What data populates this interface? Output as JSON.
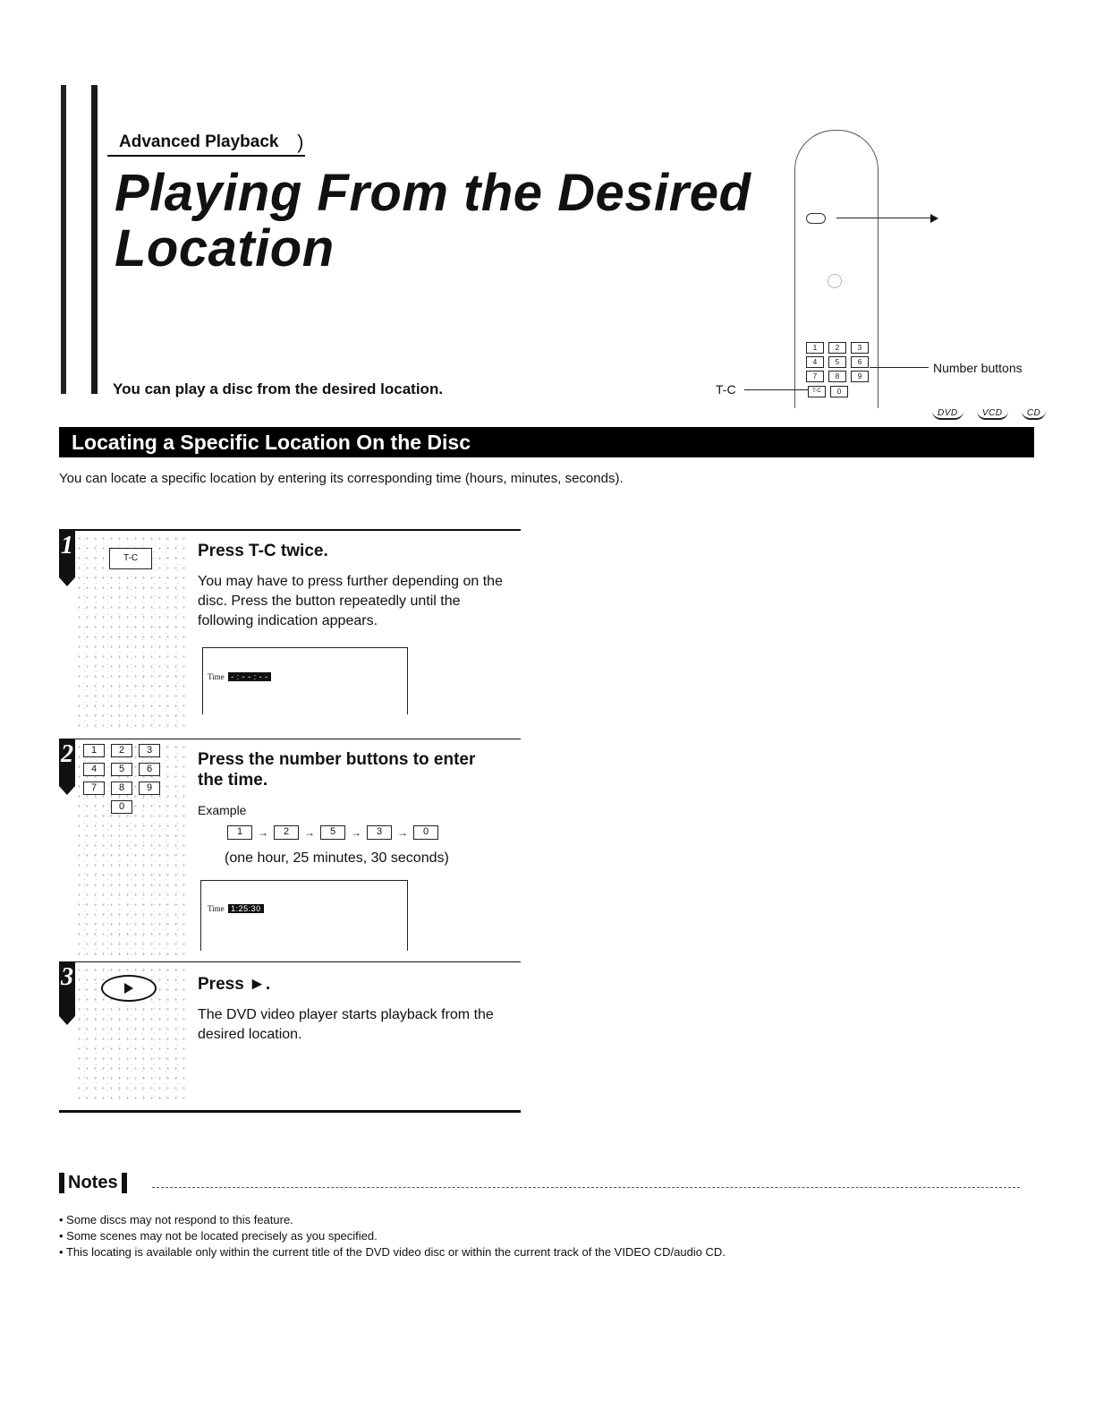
{
  "header": {
    "section_label": "Advanced Playback",
    "section_paren": ")",
    "title_line1": "Playing From the Desired",
    "title_line2": "Location",
    "intro": "You can play a disc from the desired location."
  },
  "remote": {
    "keys": [
      "1",
      "2",
      "3",
      "4",
      "5",
      "6",
      "7",
      "8",
      "9"
    ],
    "tc_key": "T-C",
    "zero_key": "0",
    "callout_tc": "T-C",
    "callout_numbers": "Number buttons"
  },
  "badges": [
    "DVD",
    "VCD",
    "CD"
  ],
  "section": {
    "heading": "Locating a Specific Location On the Disc",
    "lead": "You can locate a specific location by entering its corresponding time (hours, minutes, seconds)."
  },
  "steps": [
    {
      "number": "1",
      "icon_label": "T-C",
      "title": "Press T-C twice.",
      "body": "You may have to press further depending on the disc. Press the button repeatedly until the following indication appears.",
      "osd_label": "Time",
      "osd_value": "- : - - : - -"
    },
    {
      "number": "2",
      "keys": [
        "1",
        "2",
        "3",
        "4",
        "5",
        "6",
        "7",
        "8",
        "9",
        "0"
      ],
      "title": "Press the number buttons to enter the time.",
      "example_label": "Example",
      "sequence": [
        "1",
        "2",
        "5",
        "3",
        "0"
      ],
      "sequence_arrow": "→",
      "sequence_caption": "(one hour, 25 minutes, 30 seconds)",
      "osd_label": "Time",
      "osd_value": "1:25:30"
    },
    {
      "number": "3",
      "title": "Press ►.",
      "body": "The DVD video player starts playback from the desired location."
    }
  ],
  "notes": {
    "title": "Notes",
    "items": [
      "Some discs may not respond to this feature.",
      "Some scenes may not be located precisely as you specified.",
      "This locating is available only within the current title of the DVD video disc or within the current track of the VIDEO CD/audio CD."
    ]
  }
}
